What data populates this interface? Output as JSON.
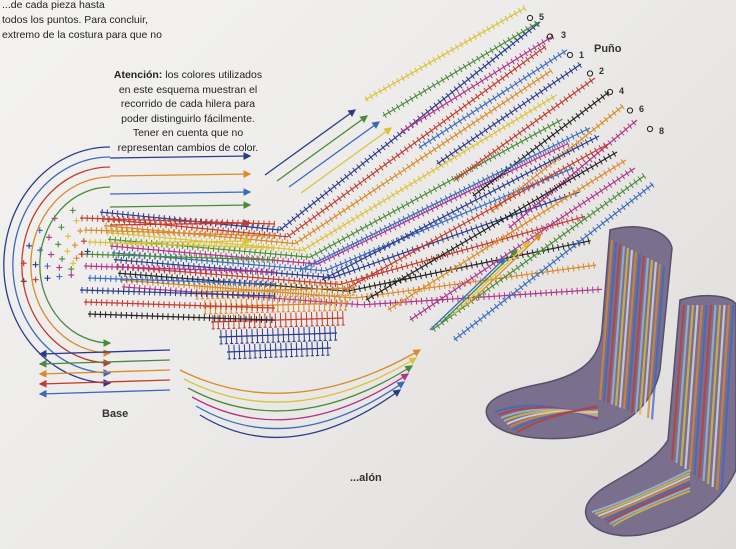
{
  "intro_lines": [
    "...de cada pieza hasta",
    "todos los puntos. Para concluir,",
    "extremo de la costura para que no"
  ],
  "note": {
    "bold": "Atención:",
    "lines": [
      " los colores utilizados",
      "en este esquema muestran el",
      "recorrido de cada hilera para",
      "poder distinguirlo fácilmente.",
      "Tener en cuenta que no",
      "representan cambios de color."
    ]
  },
  "labels": {
    "cuff": "Puño",
    "base": "Base",
    "heel": "...alón"
  },
  "row_numbers": [
    "5",
    "3",
    "1",
    "2",
    "4",
    "6",
    "8"
  ],
  "colors": {
    "navy": "#2a3a8c",
    "red": "#c33a2e",
    "orange": "#d98a2a",
    "yellow": "#d9c23a",
    "green": "#4a8a3a",
    "magenta": "#b0348a",
    "blue": "#3a6ac0",
    "black": "#222222"
  }
}
